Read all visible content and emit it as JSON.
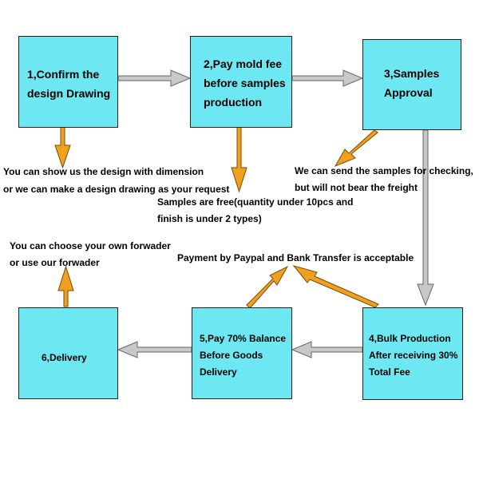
{
  "steps": {
    "confirm": "1,Confirm the\ndesign Drawing",
    "pay_mold": "2,Pay mold fee\nbefore samples\nproduction",
    "samples": "3,Samples\nApproval",
    "bulk": "4,Bulk Production\nAfter receiving 30%\nTotal Fee",
    "balance": "5,Pay 70% Balance\nBefore Goods\n Delivery",
    "delivery": "6,Delivery"
  },
  "notes": {
    "design_1": "You can show us the design with dimension",
    "design_2": "or we can make a design drawing as your request",
    "free_1": "Samples are free(quantity under 10pcs and",
    "free_2": "finish is under 2 types)",
    "check_1": "We can send the samples for checking,",
    "check_2": "but will not bear the freight",
    "forwarder_1": "You can choose your own forwader",
    "forwarder_2": "or use our forwader",
    "payment": "Payment by Paypal and Bank Transfer is acceptable"
  },
  "colors": {
    "box_fill": "#6de8f2",
    "gray_arrow": "#c0c0c0",
    "orange_arrow": "#f0a020"
  }
}
